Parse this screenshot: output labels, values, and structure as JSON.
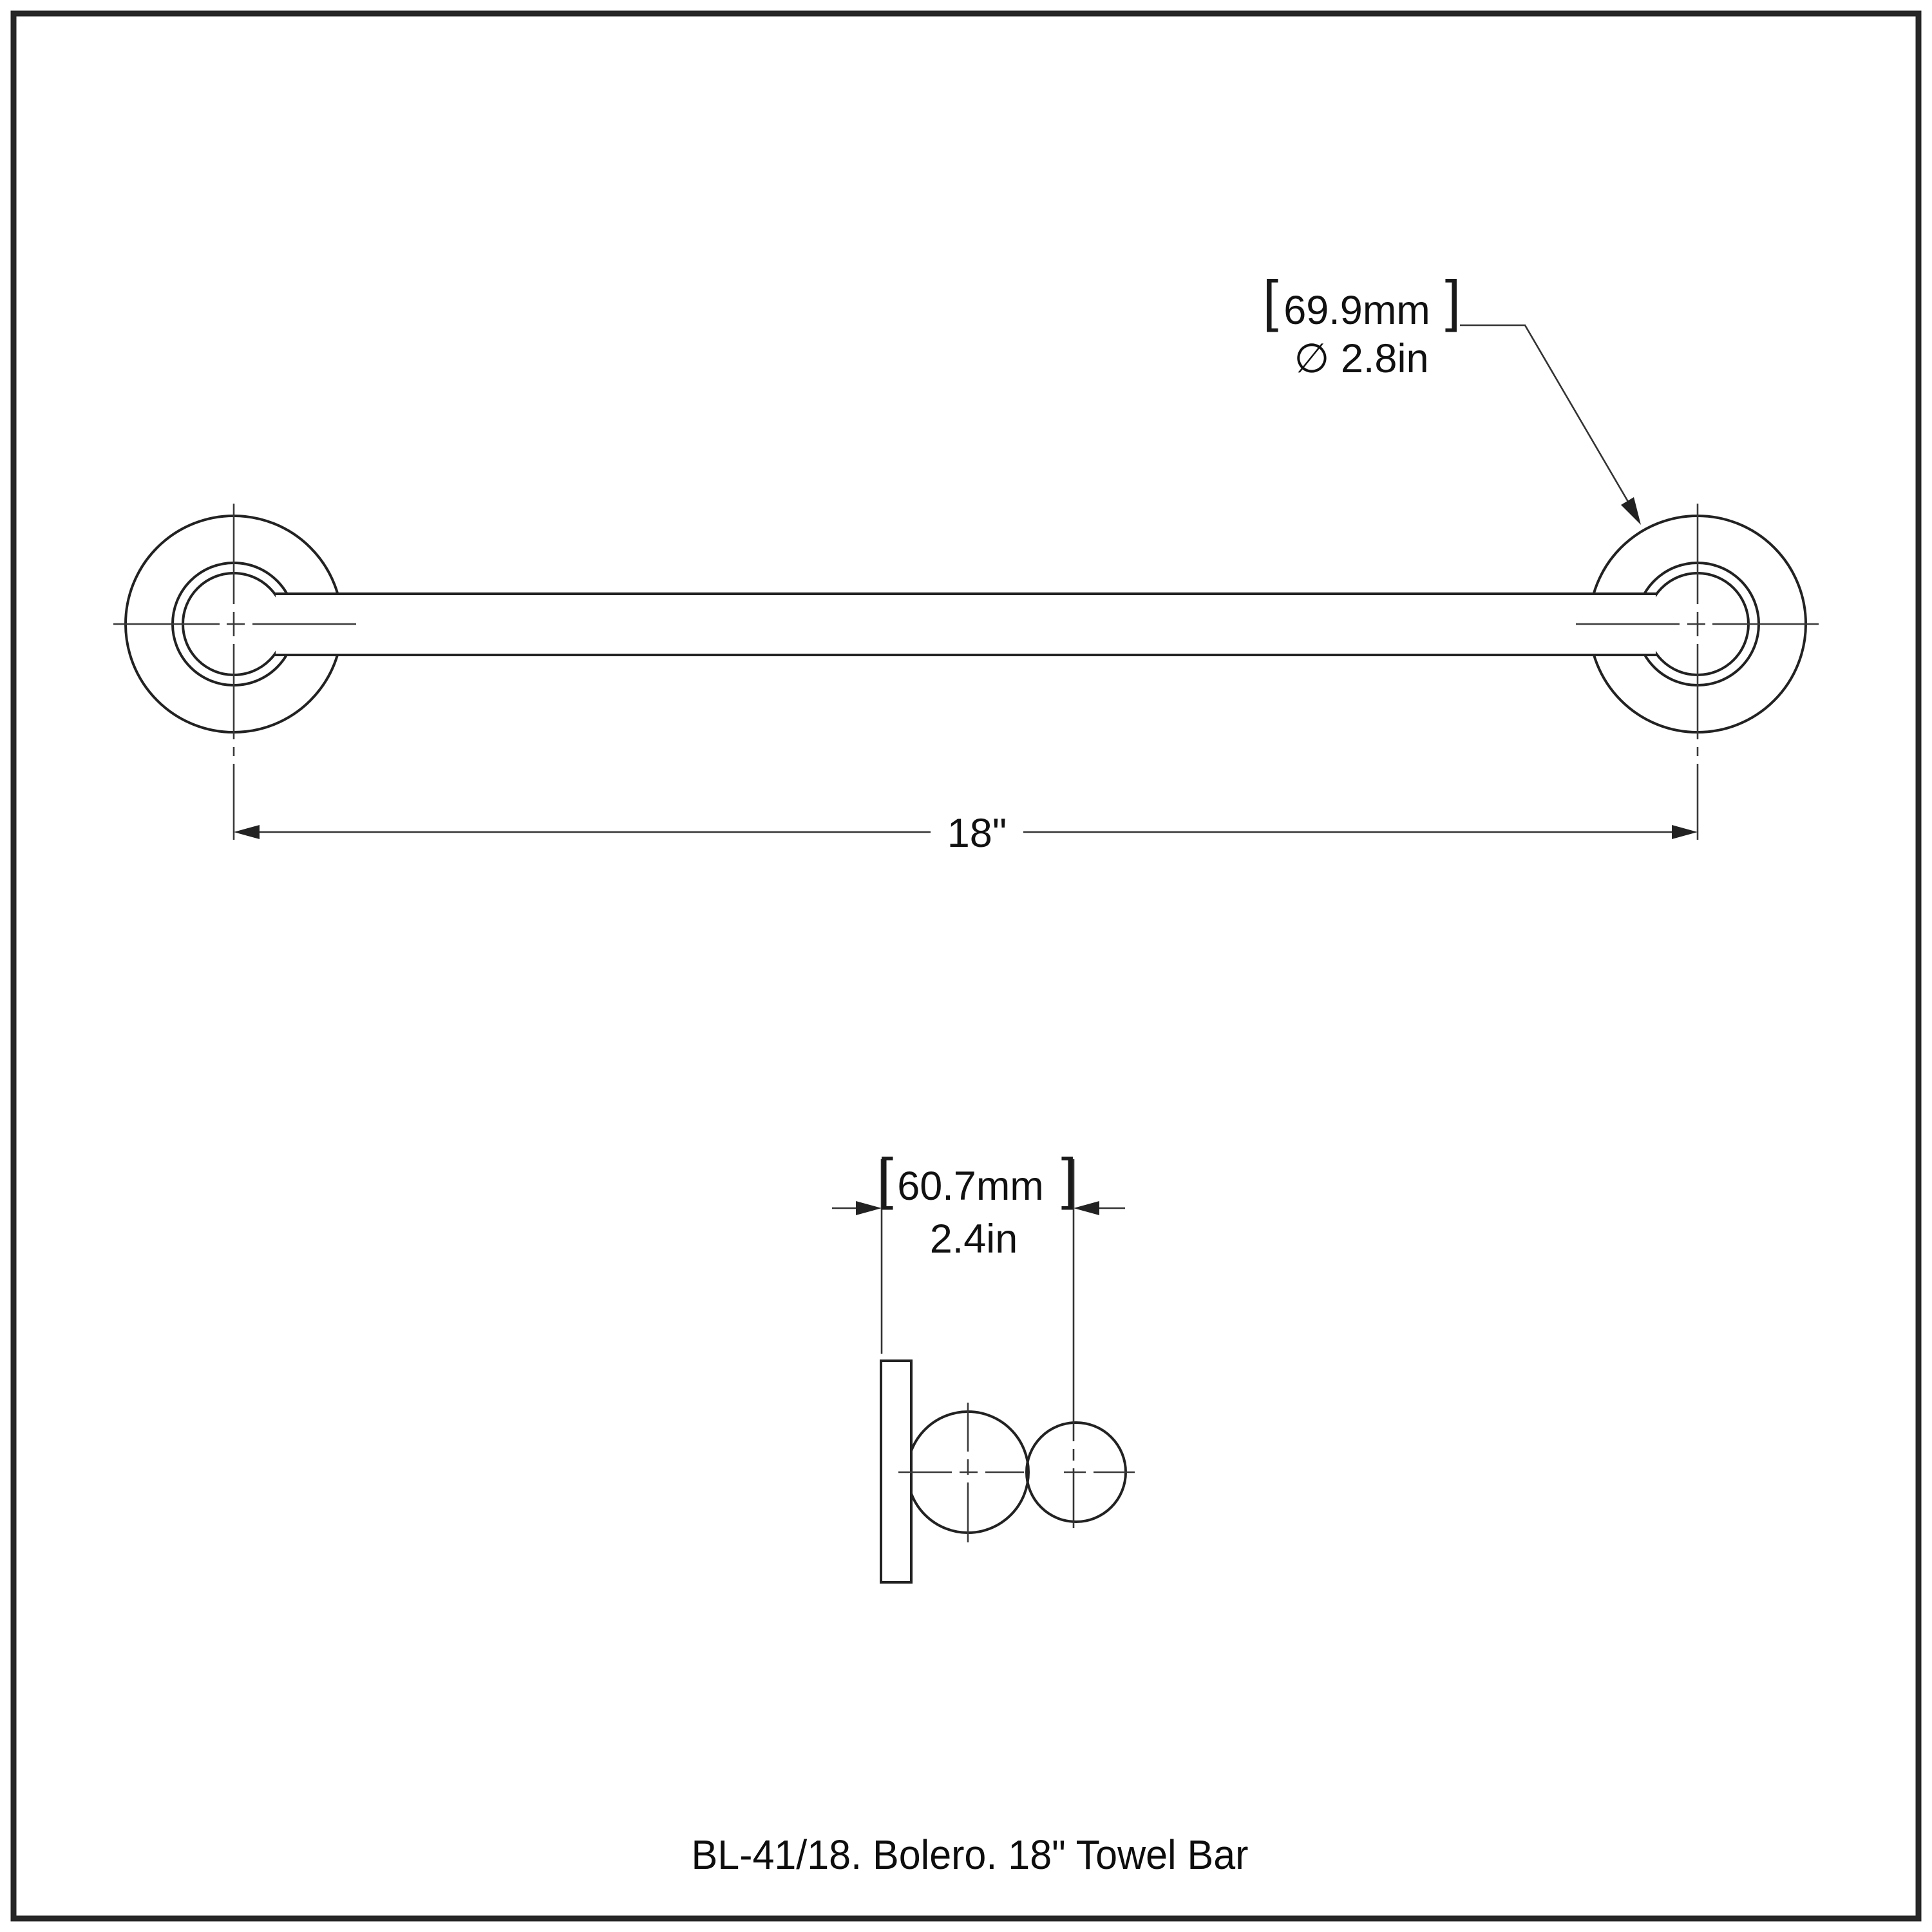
{
  "caption": "BL-41/18. Bolero. 18\" Towel Bar",
  "front_view": {
    "length_label": "18\"",
    "flange_note": {
      "open_bracket": "[",
      "metric": "69.9mm",
      "close_bracket": "]",
      "imperial": "∅ 2.8in"
    }
  },
  "side_view": {
    "depth_note": {
      "open_bracket": "[",
      "metric": "60.7mm",
      "close_bracket": "]",
      "imperial": "2.4in"
    }
  },
  "colors": {
    "ink": "#222222",
    "centerline": "#3a3a3a",
    "frame": "#262626",
    "paper": "#ffffff"
  }
}
